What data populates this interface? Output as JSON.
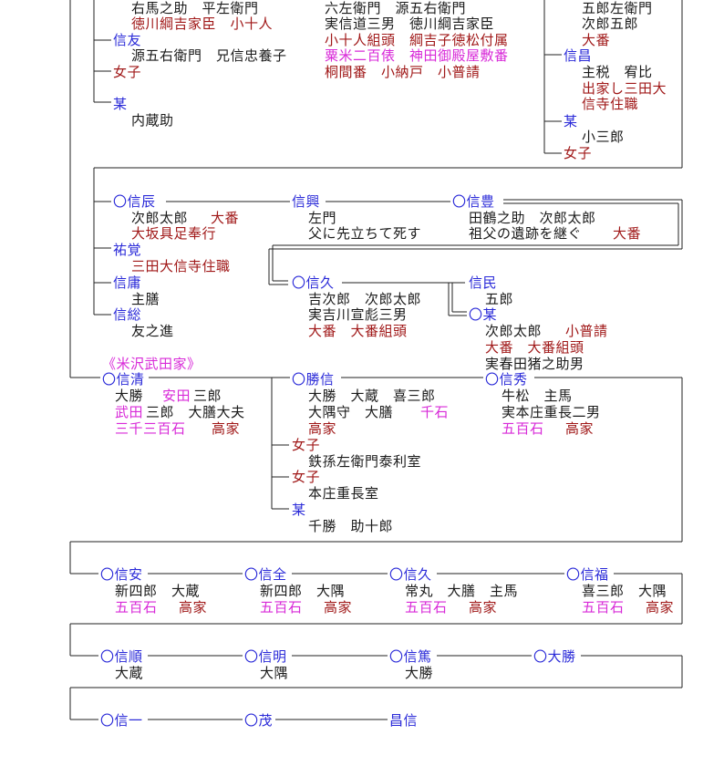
{
  "tree": {
    "nodes": [
      {
        "id": "n1",
        "text": "右馬之助　平左衛門",
        "color": "black"
      },
      {
        "id": "n2",
        "text": "徳川綱吉家臣　小十人",
        "color": "red"
      },
      {
        "id": "n3",
        "text": "信友",
        "color": "blue"
      },
      {
        "id": "n4",
        "text": "源五右衛門　兄信忠養子",
        "color": "black"
      },
      {
        "id": "n5",
        "text": "女子",
        "color": "red"
      },
      {
        "id": "n6",
        "text": "某",
        "color": "blue"
      },
      {
        "id": "n7",
        "text": "内蔵助",
        "color": "black"
      },
      {
        "id": "n8",
        "text": "六左衛門　源五右衛門",
        "color": "black"
      },
      {
        "id": "n9",
        "text": "実信道三男　徳川綱吉家臣",
        "color": "black"
      },
      {
        "id": "n10",
        "text": "小十人組頭　綱吉子徳松付属",
        "color": "red"
      },
      {
        "id": "n11",
        "text": "粟米二百俵　神田御殿屋敷番",
        "color": "magenta"
      },
      {
        "id": "n12",
        "text": "桐間番　小納戸　小普請",
        "color": "red"
      },
      {
        "id": "n13",
        "text": "五郎左衛門",
        "color": "black"
      },
      {
        "id": "n14",
        "text": "次郎五郎",
        "color": "black"
      },
      {
        "id": "n15",
        "text": "大番",
        "color": "red"
      },
      {
        "id": "n16",
        "text": "信昌",
        "color": "blue"
      },
      {
        "id": "n17",
        "text": "主税　宥比",
        "color": "black"
      },
      {
        "id": "n18",
        "text": "出家し三田大",
        "color": "red"
      },
      {
        "id": "n19",
        "text": "信寺住職",
        "color": "red"
      },
      {
        "id": "n20",
        "text": "某",
        "color": "blue"
      },
      {
        "id": "n21",
        "text": "小三郎",
        "color": "black"
      },
      {
        "id": "n22",
        "text": "女子",
        "color": "red"
      },
      {
        "id": "n23",
        "text": "〇信辰",
        "color": "blue"
      },
      {
        "id": "n24",
        "text": "次郎太郎",
        "color": "black"
      },
      {
        "id": "n25",
        "text": "大番",
        "color": "red"
      },
      {
        "id": "n26",
        "text": "大坂具足奉行",
        "color": "red"
      },
      {
        "id": "n27",
        "text": "祐覚",
        "color": "blue"
      },
      {
        "id": "n28",
        "text": "三田大信寺住職",
        "color": "red"
      },
      {
        "id": "n29",
        "text": "信庸",
        "color": "blue"
      },
      {
        "id": "n30",
        "text": "主膳",
        "color": "black"
      },
      {
        "id": "n31",
        "text": "信総",
        "color": "blue"
      },
      {
        "id": "n32",
        "text": "友之進",
        "color": "black"
      },
      {
        "id": "n33",
        "text": "信興",
        "color": "blue"
      },
      {
        "id": "n34",
        "text": "左門",
        "color": "black"
      },
      {
        "id": "n35",
        "text": "父に先立ちて死す",
        "color": "black"
      },
      {
        "id": "n36",
        "text": "〇信豊",
        "color": "blue"
      },
      {
        "id": "n37",
        "text": "田鶴之助　次郎太郎",
        "color": "black"
      },
      {
        "id": "n38",
        "text": "祖父の遺跡を継ぐ",
        "color": "black"
      },
      {
        "id": "n39",
        "text": "大番",
        "color": "red"
      },
      {
        "id": "n40",
        "text": "〇信久",
        "color": "blue"
      },
      {
        "id": "n41",
        "text": "吉次郎　次郎太郎",
        "color": "black"
      },
      {
        "id": "n42",
        "text": "実吉川宣彪三男",
        "color": "black"
      },
      {
        "id": "n43",
        "text": "大番　大番組頭",
        "color": "red"
      },
      {
        "id": "n44",
        "text": "信民",
        "color": "blue"
      },
      {
        "id": "n45",
        "text": "五郎",
        "color": "black"
      },
      {
        "id": "n46",
        "text": "〇某",
        "color": "blue"
      },
      {
        "id": "n47",
        "text": "次郎太郎",
        "color": "black"
      },
      {
        "id": "n48",
        "text": "小普請",
        "color": "red"
      },
      {
        "id": "n49",
        "text": "大番　大番組頭",
        "color": "red"
      },
      {
        "id": "n50",
        "text": "実春田猪之助男",
        "color": "black"
      },
      {
        "id": "n51",
        "text": "《米沢武田家》",
        "color": "magenta"
      },
      {
        "id": "n52",
        "text": "〇信清",
        "color": "blue"
      },
      {
        "id": "n53",
        "text": "大勝",
        "color": "black"
      },
      {
        "id": "n54",
        "text": "安田",
        "color": "magenta"
      },
      {
        "id": "n55",
        "text": "三郎",
        "color": "black"
      },
      {
        "id": "n56",
        "text": "武田",
        "color": "magenta"
      },
      {
        "id": "n57",
        "text": "三郎　大膳大夫",
        "color": "black"
      },
      {
        "id": "n58",
        "text": "三千三百石",
        "color": "magenta"
      },
      {
        "id": "n59",
        "text": "高家",
        "color": "red"
      },
      {
        "id": "n60",
        "text": "〇勝信",
        "color": "blue"
      },
      {
        "id": "n61",
        "text": "大勝　大蔵　喜三郎",
        "color": "black"
      },
      {
        "id": "n62",
        "text": "大隅守　大膳",
        "color": "black"
      },
      {
        "id": "n63",
        "text": "千石",
        "color": "magenta"
      },
      {
        "id": "n64",
        "text": "高家",
        "color": "red"
      },
      {
        "id": "n65",
        "text": "女子",
        "color": "red"
      },
      {
        "id": "n66",
        "text": "鉄孫左衛門泰利室",
        "color": "black"
      },
      {
        "id": "n67",
        "text": "女子",
        "color": "red"
      },
      {
        "id": "n68",
        "text": "本庄重長室",
        "color": "black"
      },
      {
        "id": "n69",
        "text": "某",
        "color": "blue"
      },
      {
        "id": "n70",
        "text": "千勝　助十郎",
        "color": "black"
      },
      {
        "id": "n71",
        "text": "〇信秀",
        "color": "blue"
      },
      {
        "id": "n72",
        "text": "牛松　主馬",
        "color": "black"
      },
      {
        "id": "n73",
        "text": "実本庄重長二男",
        "color": "black"
      },
      {
        "id": "n74",
        "text": "五百石",
        "color": "magenta"
      },
      {
        "id": "n75",
        "text": "高家",
        "color": "red"
      },
      {
        "id": "n76",
        "text": "〇信安",
        "color": "blue"
      },
      {
        "id": "n77",
        "text": "新四郎　大蔵",
        "color": "black"
      },
      {
        "id": "n78",
        "text": "五百石",
        "color": "magenta"
      },
      {
        "id": "n79",
        "text": "高家",
        "color": "red"
      },
      {
        "id": "n80",
        "text": "〇信全",
        "color": "blue"
      },
      {
        "id": "n81",
        "text": "新四郎　大隅",
        "color": "black"
      },
      {
        "id": "n82",
        "text": "五百石",
        "color": "magenta"
      },
      {
        "id": "n83",
        "text": "高家",
        "color": "red"
      },
      {
        "id": "n84",
        "text": "〇信久",
        "color": "blue"
      },
      {
        "id": "n85",
        "text": "常丸　大膳　主馬",
        "color": "black"
      },
      {
        "id": "n86",
        "text": "五百石",
        "color": "magenta"
      },
      {
        "id": "n87",
        "text": "高家",
        "color": "red"
      },
      {
        "id": "n88",
        "text": "〇信福",
        "color": "blue"
      },
      {
        "id": "n89",
        "text": "喜三郎　大隅",
        "color": "black"
      },
      {
        "id": "n90",
        "text": "五百石",
        "color": "magenta"
      },
      {
        "id": "n91",
        "text": "高家",
        "color": "red"
      },
      {
        "id": "n92",
        "text": "〇信順",
        "color": "blue"
      },
      {
        "id": "n93",
        "text": "大蔵",
        "color": "black"
      },
      {
        "id": "n94",
        "text": "〇信明",
        "color": "blue"
      },
      {
        "id": "n95",
        "text": "大隅",
        "color": "black"
      },
      {
        "id": "n96",
        "text": "〇信篤",
        "color": "blue"
      },
      {
        "id": "n97",
        "text": "大勝",
        "color": "black"
      },
      {
        "id": "n98",
        "text": "〇大勝",
        "color": "blue"
      },
      {
        "id": "n99",
        "text": "〇信一",
        "color": "blue"
      },
      {
        "id": "n100",
        "text": "〇茂",
        "color": "blue"
      },
      {
        "id": "n101",
        "text": "昌信",
        "color": "blue"
      }
    ]
  }
}
